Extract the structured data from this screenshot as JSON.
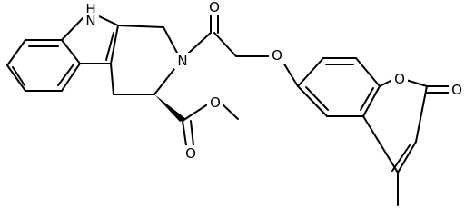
{
  "structure": {
    "type": "skeletal-formula",
    "atom_labels": {
      "indole_nh": "H",
      "indole_n": "N",
      "ring_n": "N",
      "amide_o": "O",
      "ether_o": "O",
      "ester_carbonyl_o": "O",
      "ester_o": "O",
      "coumarin_ring_o": "O",
      "coumarin_carbonyl_o": "O"
    },
    "colors": {
      "bond": "#000000",
      "label": "#000000",
      "background": "#ffffff"
    }
  }
}
